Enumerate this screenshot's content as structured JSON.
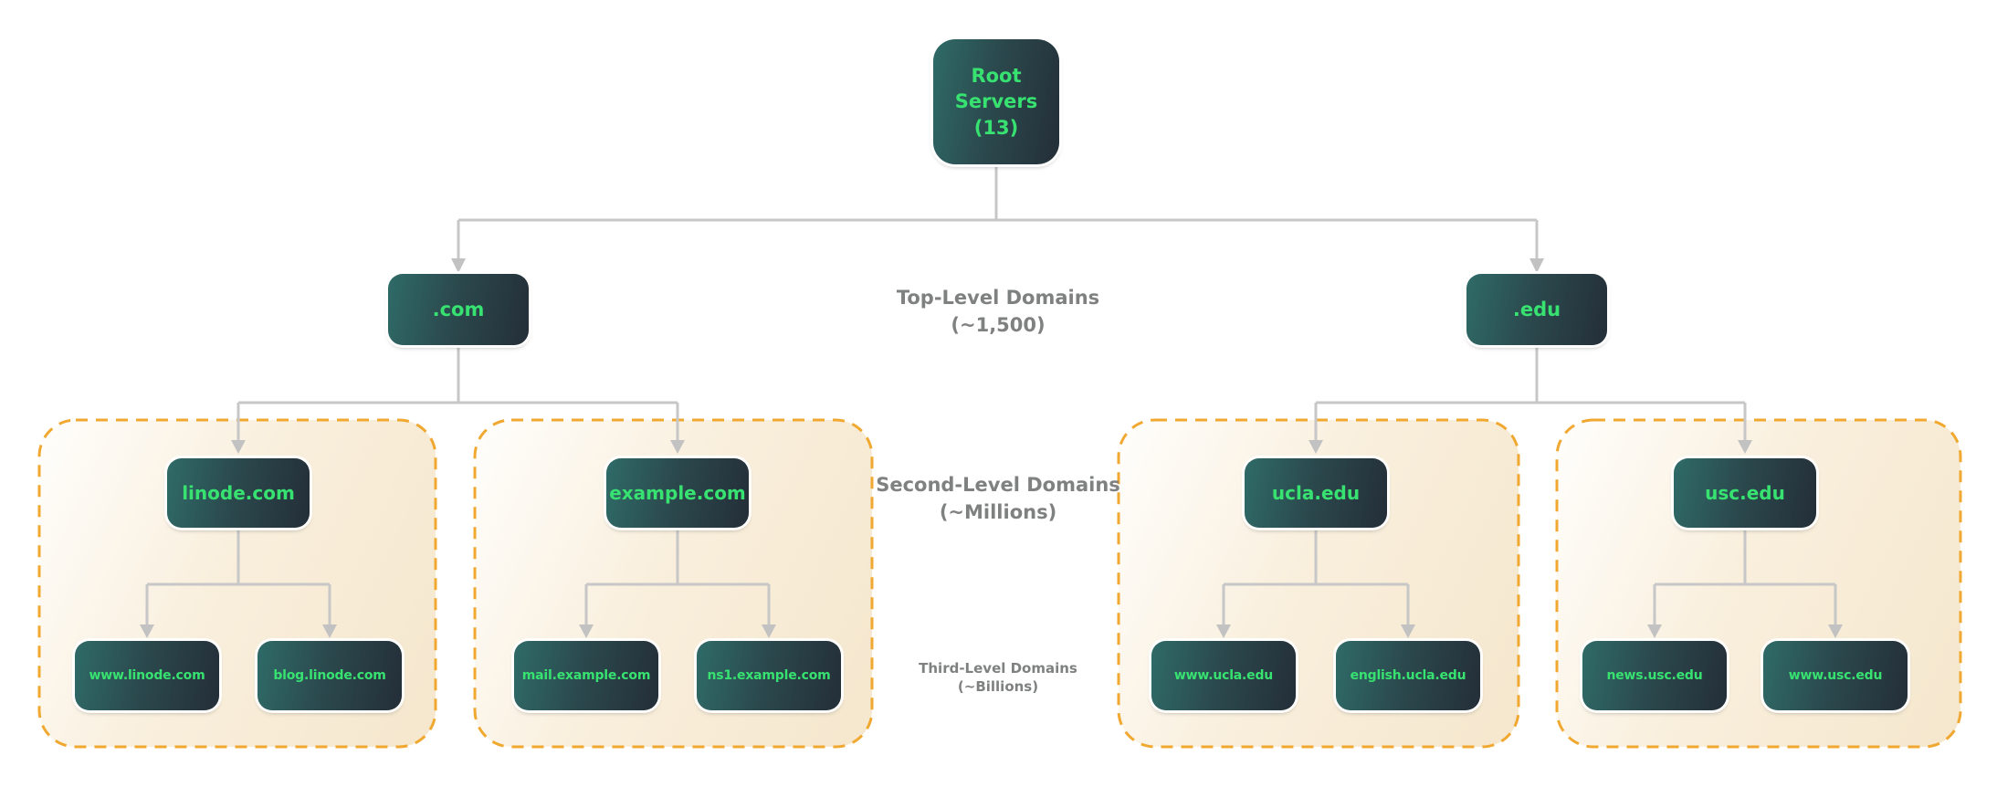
{
  "diagram": {
    "type": "dns-hierarchy-tree",
    "root": {
      "label": "Root Servers (13)"
    },
    "level_labels": [
      {
        "title": "Top-Level Domains",
        "count": "(~1,500)"
      },
      {
        "title": "Second-Level Domains",
        "count": "(~Millions)"
      },
      {
        "title": "Third-Level Domains",
        "count": "(~Billions)"
      }
    ],
    "tlds": [
      {
        "label": ".com"
      },
      {
        "label": ".edu"
      }
    ],
    "zones": [
      {
        "parent": {
          "label": "linode.com"
        },
        "children": [
          {
            "label": "www.linode.com"
          },
          {
            "label": "blog.linode.com"
          }
        ]
      },
      {
        "parent": {
          "label": "example.com"
        },
        "children": [
          {
            "label": "mail.example.com"
          },
          {
            "label": "ns1.example.com"
          }
        ]
      },
      {
        "parent": {
          "label": "ucla.edu"
        },
        "children": [
          {
            "label": "www.ucla.edu"
          },
          {
            "label": "english.ucla.edu"
          }
        ]
      },
      {
        "parent": {
          "label": "usc.edu"
        },
        "children": [
          {
            "label": "news.usc.edu"
          },
          {
            "label": "www.usc.edu"
          }
        ]
      }
    ],
    "colors": {
      "node_text_green": "#37e271",
      "node_gradient_start": "#2f6b68",
      "node_gradient_end": "#242e38",
      "zone_border_amber": "#f0a830",
      "zone_fill_cream": "#f5e7cd",
      "connector_gray": "#c7c7c7",
      "label_gray": "#7f8080",
      "background": "#ffffff"
    }
  }
}
